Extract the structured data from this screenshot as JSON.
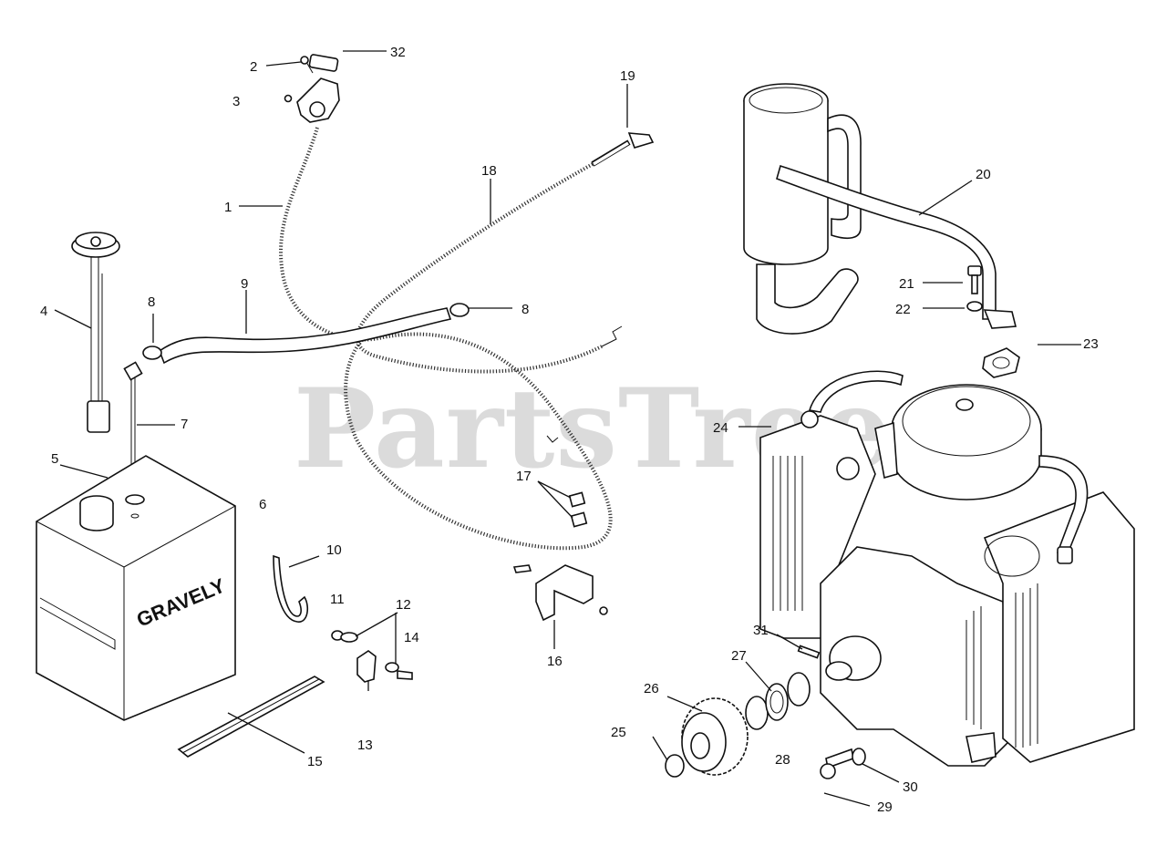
{
  "watermark": "PartsTree",
  "brand_label": "GRAVELY",
  "callouts": [
    "1",
    "2",
    "3",
    "4",
    "5",
    "6",
    "7",
    "8",
    "8",
    "9",
    "10",
    "11",
    "12",
    "13",
    "14",
    "15",
    "16",
    "17",
    "18",
    "19",
    "20",
    "21",
    "22",
    "23",
    "24",
    "25",
    "26",
    "27",
    "28",
    "29",
    "30",
    "31",
    "32"
  ]
}
